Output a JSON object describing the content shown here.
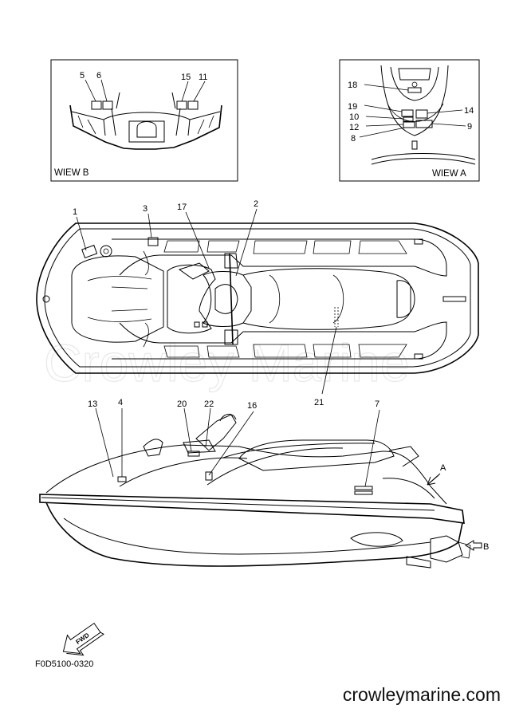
{
  "views": {
    "view_b_caption": "WIEW B",
    "view_a_caption": "WIEW A"
  },
  "view_b_labels": [
    "5",
    "6",
    "15",
    "11"
  ],
  "view_a_labels": [
    "18",
    "19",
    "14",
    "10",
    "12",
    "9",
    "8"
  ],
  "top_labels": [
    "1",
    "3",
    "17",
    "2",
    "21"
  ],
  "side_labels": [
    "13",
    "4",
    "20",
    "22",
    "16",
    "7"
  ],
  "arrows": {
    "a": "A",
    "b": "B"
  },
  "fwd_label": "FWD",
  "diagram_code": "F0D5100-0320",
  "watermark": "Crowley Marine",
  "website": "crowleymarine.com"
}
